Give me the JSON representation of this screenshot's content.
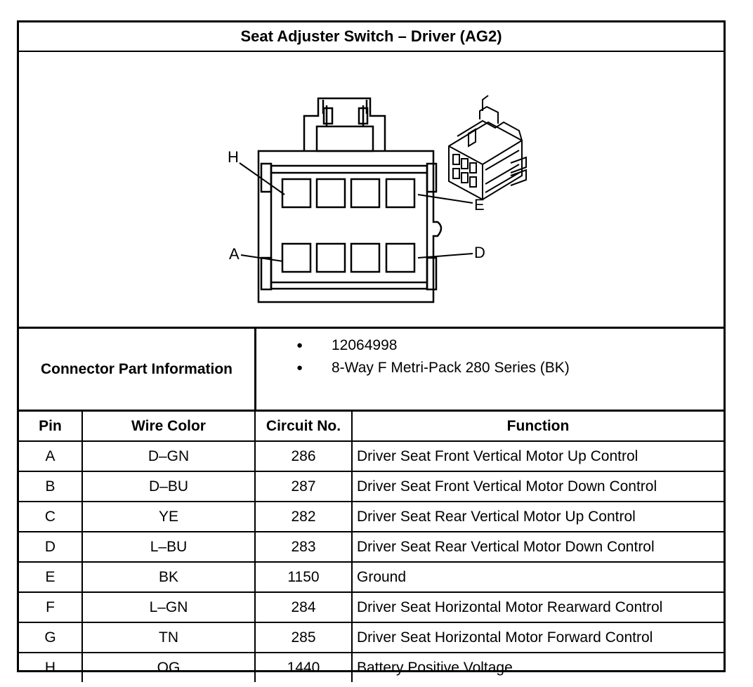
{
  "title": "Seat Adjuster Switch – Driver (AG2)",
  "diagram": {
    "callouts": {
      "h": "H",
      "e": "E",
      "a": "A",
      "d": "D"
    }
  },
  "connector": {
    "label": "Connector Part Information",
    "items": [
      "12064998",
      "8-Way F Metri-Pack 280 Series (BK)"
    ]
  },
  "table": {
    "headers": {
      "pin": "Pin",
      "wire": "Wire Color",
      "circuit": "Circuit No.",
      "function": "Function"
    },
    "rows": [
      {
        "pin": "A",
        "wire": "D–GN",
        "circuit": "286",
        "function": "Driver Seat Front Vertical Motor Up Control"
      },
      {
        "pin": "B",
        "wire": "D–BU",
        "circuit": "287",
        "function": "Driver Seat Front Vertical Motor Down Control"
      },
      {
        "pin": "C",
        "wire": "YE",
        "circuit": "282",
        "function": "Driver Seat Rear Vertical Motor Up Control"
      },
      {
        "pin": "D",
        "wire": "L–BU",
        "circuit": "283",
        "function": "Driver Seat Rear Vertical Motor Down Control"
      },
      {
        "pin": "E",
        "wire": "BK",
        "circuit": "1150",
        "function": "Ground"
      },
      {
        "pin": "F",
        "wire": "L–GN",
        "circuit": "284",
        "function": "Driver Seat Horizontal Motor Rearward Control"
      },
      {
        "pin": "G",
        "wire": "TN",
        "circuit": "285",
        "function": "Driver Seat Horizontal Motor Forward Control"
      },
      {
        "pin": "H",
        "wire": "OG",
        "circuit": "1440",
        "function": "Battery Positive Voltage"
      }
    ]
  }
}
